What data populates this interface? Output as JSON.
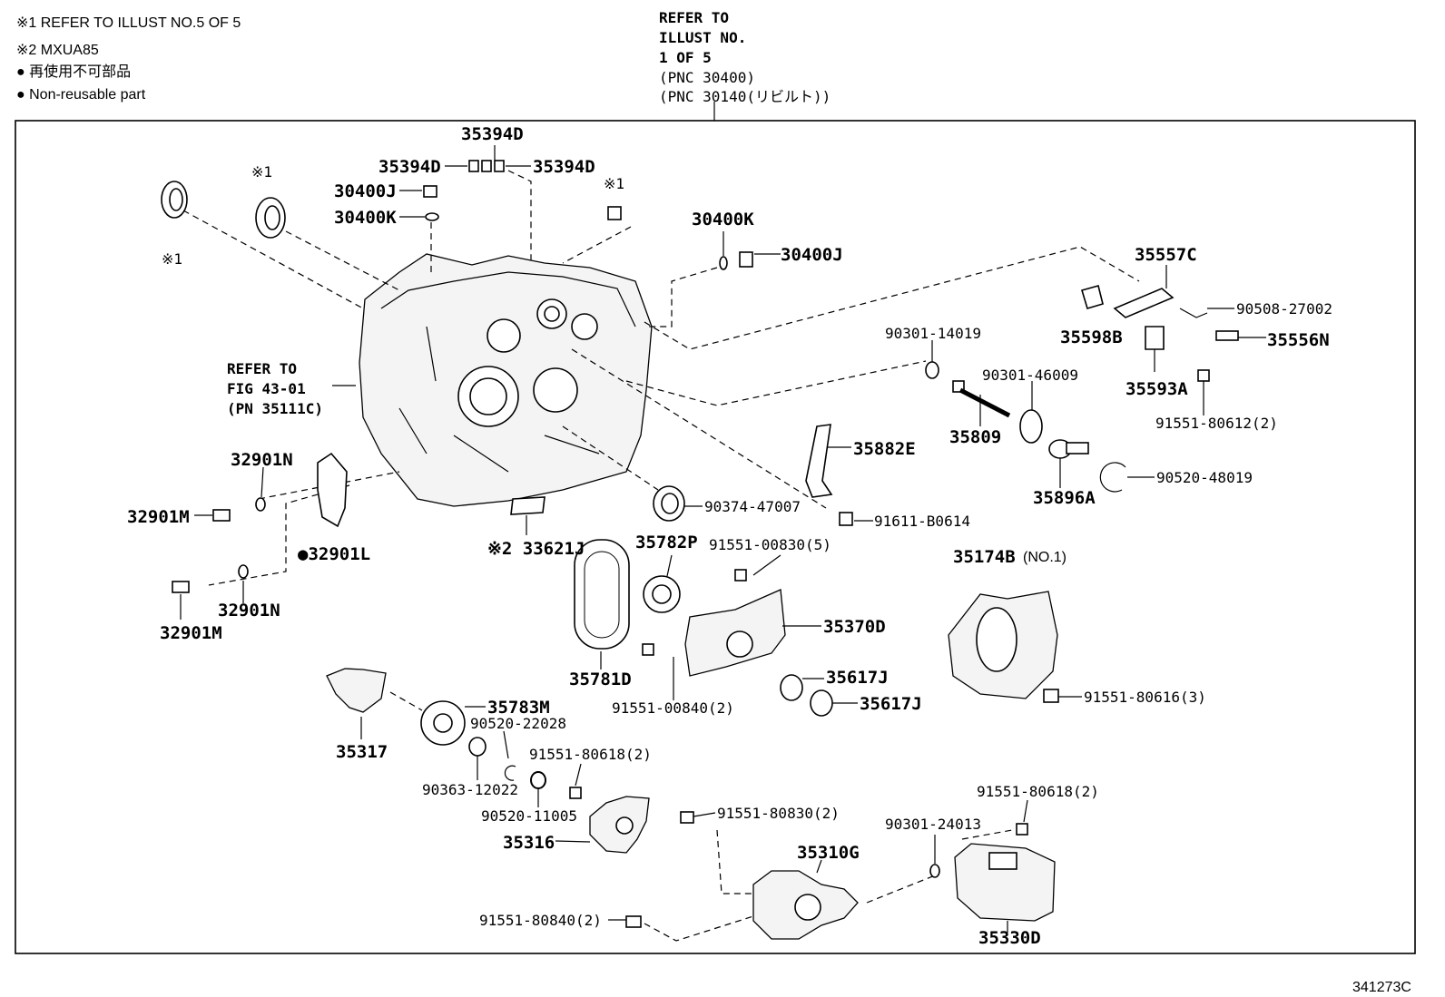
{
  "notes": {
    "note1": "※1 REFER TO ILLUST NO.5 OF 5",
    "note2": "※2 MXUA85",
    "note3": "● 再使用不可部品",
    "note4": "● Non-reusable part"
  },
  "refer_illust": [
    "REFER TO",
    "ILLUST NO.",
    "1 OF 5",
    "(PNC 30400)",
    "(PNC 30140(リビルト))"
  ],
  "refer_fig": [
    "REFER TO",
    "FIG 43-01",
    "(PN 35111C)"
  ],
  "figure_code": "341273C",
  "mark1": "※1",
  "parts": {
    "p35394D_top": "35394D",
    "p35394D_left": "35394D",
    "p35394D_right": "35394D",
    "p30400J_a": "30400J",
    "p30400K_a": "30400K",
    "p30400K_b": "30400K",
    "p30400J_b": "30400J",
    "p35557C": "35557C",
    "p90508_27002": "90508-27002",
    "p35598B": "35598B",
    "p35556N": "35556N",
    "p90301_14019": "90301-14019",
    "p90301_46009": "90301-46009",
    "p35593A": "35593A",
    "p91551_80612": "91551-80612(2)",
    "p35809": "35809",
    "p35882E": "35882E",
    "p35896A": "35896A",
    "p90520_48019": "90520-48019",
    "p32901N_a": "32901N",
    "p32901M_a": "32901M",
    "p32901L": "●32901L",
    "p32901N_b": "32901N",
    "p32901M_b": "32901M",
    "p90374_47007": "90374-47007",
    "p91611_B0614": "91611-B0614",
    "p33621J": "※2 33621J",
    "p35782P": "35782P",
    "p91551_00830": "91551-00830(5)",
    "p35174B": "35174B",
    "p35174B_no": "(NO.1)",
    "p35370D": "35370D",
    "p35781D": "35781D",
    "p35617J_a": "35617J",
    "p35617J_b": "35617J",
    "p91551_00840": "91551-00840(2)",
    "p91551_80616": "91551-80616(3)",
    "p35783M": "35783M",
    "p90520_22028": "90520-22028",
    "p35317": "35317",
    "p91551_80618_a": "91551-80618(2)",
    "p90363_12022": "90363-12022",
    "p90520_11005": "90520-11005",
    "p91551_80830": "91551-80830(2)",
    "p91551_80618_b": "91551-80618(2)",
    "p90301_24013": "90301-24013",
    "p35316": "35316",
    "p35310G": "35310G",
    "p91551_80840": "91551-80840(2)",
    "p35330D": "35330D"
  }
}
